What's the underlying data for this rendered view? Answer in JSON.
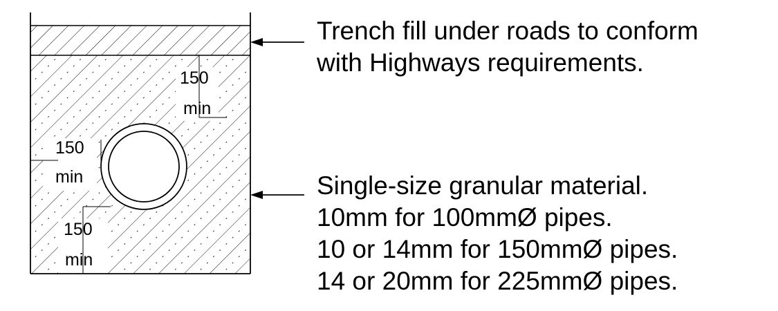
{
  "trench_fill_note": {
    "line1": "Trench fill under roads to conform",
    "line2": "with Highways requirements."
  },
  "granular_note": {
    "line1": "Single-size granular material.",
    "line2": "10mm for 100mmØ pipes.",
    "line3": "10 or 14mm for 150mmØ pipes.",
    "line4": "14 or 20mm for 225mmØ pipes."
  },
  "dimensions": {
    "top": {
      "value": "150",
      "unit": "min"
    },
    "side": {
      "value": "150",
      "unit": "min"
    },
    "bottom": {
      "value": "150",
      "unit": "min"
    }
  },
  "colors": {
    "line": "#000000",
    "hatch": "#000000",
    "background": "#ffffff"
  }
}
